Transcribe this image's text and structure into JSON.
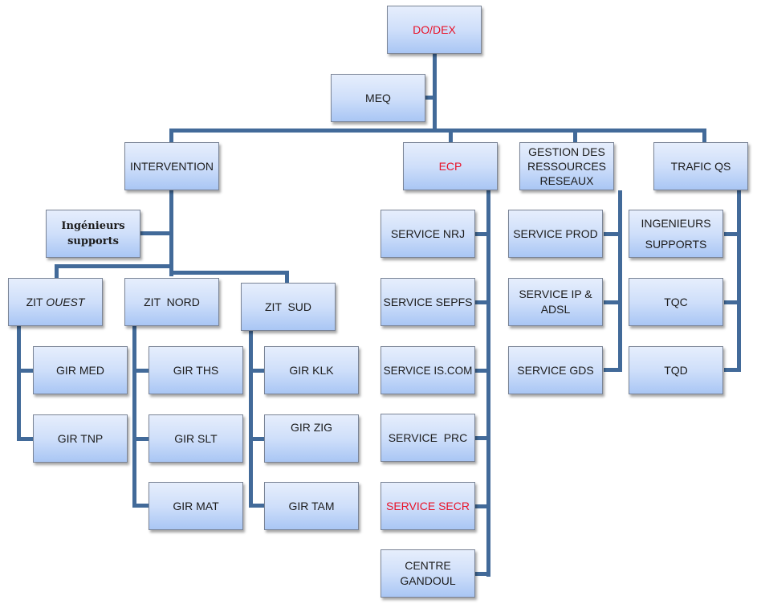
{
  "title": "Organigramme DO/DEX",
  "accent_color": "#e8142a",
  "connector_color": "#426a99",
  "nodes": {
    "dodex": "DO/DEX",
    "meq": "MEQ",
    "intervention": "INTERVENTION",
    "ecp": "ECP",
    "gestion": "GESTION DES\nRESSOURCES\nRESEAUX",
    "trafic": "TRAFIC QS",
    "ing_supports": "Ingénieurs\nsupports",
    "zit_ouest_prefix": "ZIT ",
    "zit_ouest_suffix": "OUEST",
    "zit_nord": "ZIT  NORD",
    "zit_sud": "ZIT  SUD",
    "gir_med": "GIR MED",
    "gir_tnp": "GIR TNP",
    "gir_ths": "GIR THS",
    "gir_slt": "GIR SLT",
    "gir_mat": "GIR MAT",
    "gir_klk": "GIR KLK",
    "gir_zig": "GIR ZIG",
    "gir_tam": "GIR TAM",
    "svc_nrj": "SERVICE NRJ",
    "svc_sepfs": "SERVICE SEPFS",
    "svc_iscom": "SERVICE IS.COM",
    "svc_prc": "SERVICE  PRC",
    "svc_secr": "SERVICE SECR",
    "centre_gandoul": "CENTRE\nGANDOUL",
    "svc_prod": "SERVICE PROD",
    "svc_ipadsl": "SERVICE IP &\nADSL",
    "svc_gds": "SERVICE GDS",
    "ing_supports_tq": "INGENIEURS\nSUPPORTS",
    "tqc": "TQC",
    "tqd": "TQD"
  },
  "highlighted_nodes": [
    "DO/DEX",
    "ECP",
    "SERVICE SECR"
  ]
}
